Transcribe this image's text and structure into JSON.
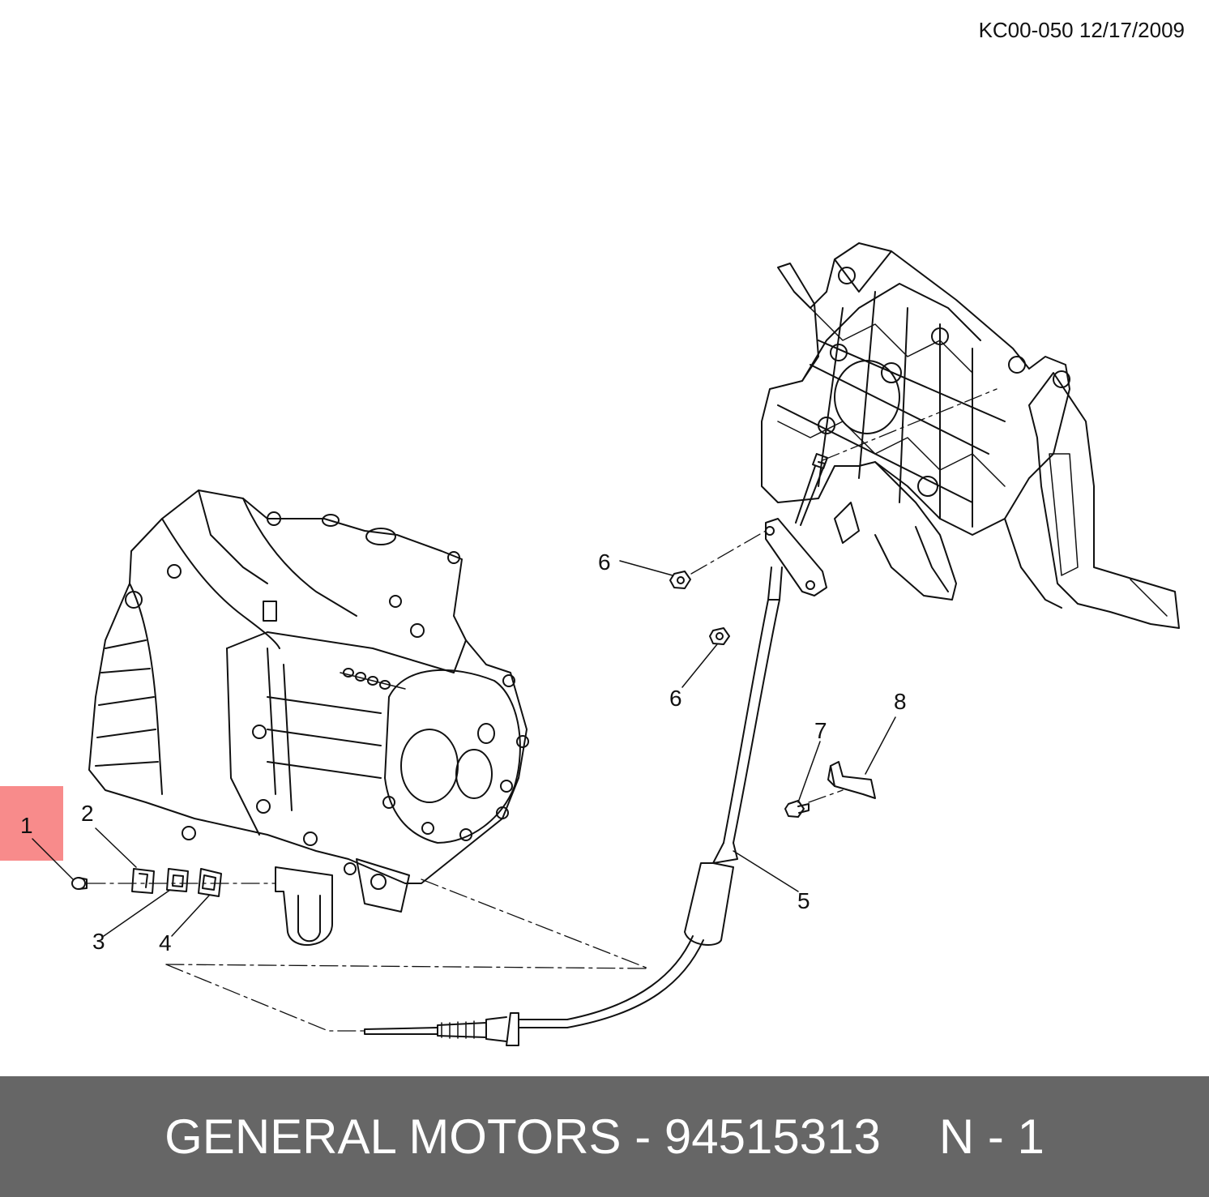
{
  "header": {
    "doc_code": "KC00-050 12/17/2009"
  },
  "callouts": [
    {
      "id": "1",
      "label": "1"
    },
    {
      "id": "2",
      "label": "2"
    },
    {
      "id": "3",
      "label": "3"
    },
    {
      "id": "4",
      "label": "4"
    },
    {
      "id": "5",
      "label": "5"
    },
    {
      "id": "6a",
      "label": "6"
    },
    {
      "id": "6b",
      "label": "6"
    },
    {
      "id": "7",
      "label": "7"
    },
    {
      "id": "8",
      "label": "8"
    }
  ],
  "highlight": {
    "label": "1",
    "color": "#f88b8b"
  },
  "footer": {
    "brand_part": "GENERAL MOTORS - 94515313",
    "ref": "N - 1",
    "bg_color": "#666666"
  }
}
